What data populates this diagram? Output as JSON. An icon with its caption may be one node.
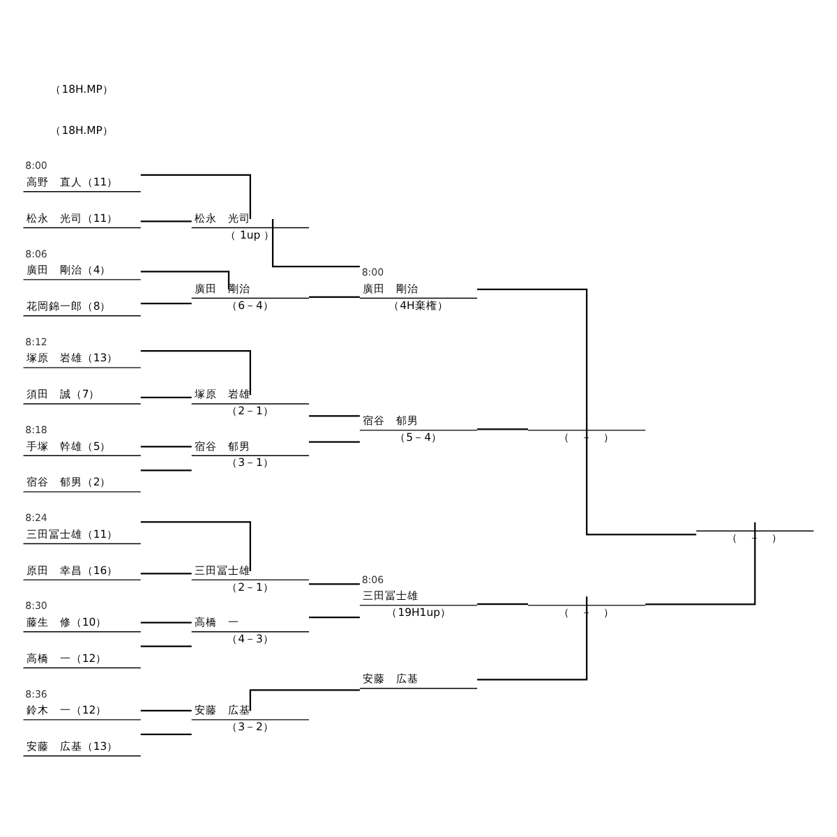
{
  "diagram": {
    "nodes": [
      {
        "text": [
          "8:00",
          "高野　直人（11）"
        ]
      },
      {
        "text": [
          "松永　光司（11）"
        ]
      },
      {
        "text": [
          "8:06",
          "廣田　剛治（4）"
        ]
      },
      {
        "text": [
          "花岡錦一郎（8）"
        ]
      },
      {
        "text": [
          "8:12",
          "塚原　岩雄（13）"
        ]
      },
      {
        "text": [
          "須田　誠（7）"
        ]
      },
      {
        "text": [
          "8:18",
          "手塚　幹雄（5）"
        ]
      },
      {
        "text": [
          "宿谷　郁男（2）"
        ]
      },
      {
        "text": [
          "8:24",
          "三田冨士雄（11）"
        ]
      },
      {
        "text": [
          "原田　幸昌（16）"
        ]
      },
      {
        "text": [
          "8:30",
          "藤生　修（10）"
        ]
      },
      {
        "text": [
          "高橋　一（12）"
        ]
      },
      {
        "text": [
          "8:36",
          "鈴木　一（12）"
        ]
      },
      {
        "text": [
          "安藤　広基（13）"
        ]
      },
      {
        "text": [
          "松永　光司",
          "（ 1up ）"
        ]
      },
      {
        "text": [
          "廣田　剛治",
          "（6－4）"
        ]
      },
      {
        "text": [
          "塚原　岩雄",
          "（2－1）"
        ]
      },
      {
        "text": [
          "宿谷　郁男",
          "（3－1）"
        ]
      },
      {
        "text": [
          "三田冨士雄",
          "（2－1）"
        ]
      },
      {
        "text": [
          "高橋　一",
          "（4－3）"
        ]
      },
      {
        "text": [
          "安藤　広基",
          "（3－2）"
        ]
      },
      {
        "text": [
          "8:00",
          "廣田　剛治",
          "（4H棄権）"
        ]
      },
      {
        "text": [
          "宿谷　郁男",
          "（5－4）"
        ]
      },
      {
        "text": [
          "8:06",
          "三田冨士雄",
          "（19H1up）"
        ]
      },
      {
        "text": [
          "安藤　広基"
        ]
      },
      {
        "text": [
          "（　－　）"
        ]
      },
      {
        "text": [
          "（　－　）"
        ]
      },
      {
        "text": [
          "（　－　）"
        ]
      }
    ],
    "edges": [
      {
        "from": 0,
        "to": 14,
        "arrow": "none"
      },
      {
        "from": 1,
        "to": 14,
        "arrow": "none"
      },
      {
        "from": 2,
        "to": 15,
        "arrow": "none"
      },
      {
        "from": 3,
        "to": 15,
        "arrow": "none"
      },
      {
        "from": 4,
        "to": 16,
        "arrow": "none"
      },
      {
        "from": 5,
        "to": 16,
        "arrow": "none"
      },
      {
        "from": 6,
        "to": 17,
        "arrow": "none"
      },
      {
        "from": 7,
        "to": 17,
        "arrow": "none"
      },
      {
        "from": 8,
        "to": 18,
        "arrow": "none"
      },
      {
        "from": 9,
        "to": 18,
        "arrow": "none"
      },
      {
        "from": 10,
        "to": 19,
        "arrow": "none"
      },
      {
        "from": 11,
        "to": 19,
        "arrow": "none"
      },
      {
        "from": 12,
        "to": 20,
        "arrow": "none"
      },
      {
        "from": 13,
        "to": 20,
        "arrow": "none"
      },
      {
        "from": 14,
        "to": 21,
        "arrow": "none"
      },
      {
        "from": 15,
        "to": 21,
        "arrow": "none"
      },
      {
        "from": 16,
        "to": 22,
        "arrow": "none"
      },
      {
        "from": 17,
        "to": 22,
        "arrow": "none"
      },
      {
        "from": 18,
        "to": 23,
        "arrow": "none"
      },
      {
        "from": 19,
        "to": 23,
        "arrow": "none"
      },
      {
        "from": 20,
        "to": 24,
        "arrow": "none"
      },
      {
        "from": 21,
        "to": 25,
        "arrow": "none"
      },
      {
        "from": 22,
        "to": 25,
        "arrow": "none"
      },
      {
        "from": 23,
        "to": 26,
        "arrow": "none"
      },
      {
        "from": 24,
        "to": 26,
        "arrow": "none"
      },
      {
        "from": 25,
        "to": 27,
        "arrow": "none"
      },
      {
        "from": 26,
        "to": 27,
        "arrow": "none"
      }
    ],
    "labels": [
      "（18H.MP）",
      "（18H.MP）"
    ]
  }
}
